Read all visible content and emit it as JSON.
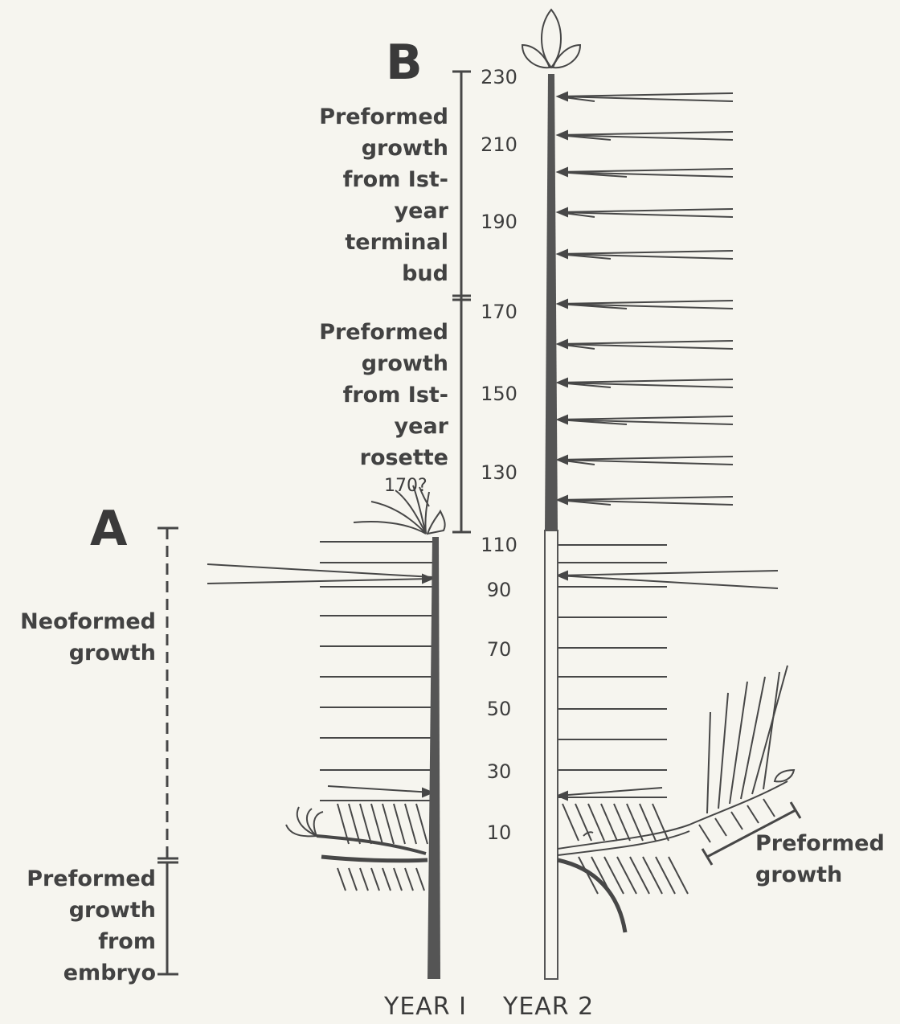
{
  "panel_a": {
    "letter": "A",
    "label_neoformed": "Neoformed\ngrowth",
    "label_preformed": "Preformed\ngrowth\nfrom embryo",
    "top_note": "170?"
  },
  "panel_b": {
    "letter": "B",
    "label_terminal_bud": "Preformed\ngrowth\nfrom Ist-\nyear\nterminal\nbud",
    "label_rosette": "Preformed\ngrowth\nfrom Ist-\nyear\nrosette",
    "label_branch": "Preformed\ngrowth"
  },
  "scale_ticks": [
    "230",
    "210",
    "190",
    "170",
    "150",
    "130",
    "110",
    "90",
    "70",
    "50",
    "30",
    "10"
  ],
  "x_labels": {
    "year1": "YEAR I",
    "year2": "YEAR 2"
  }
}
